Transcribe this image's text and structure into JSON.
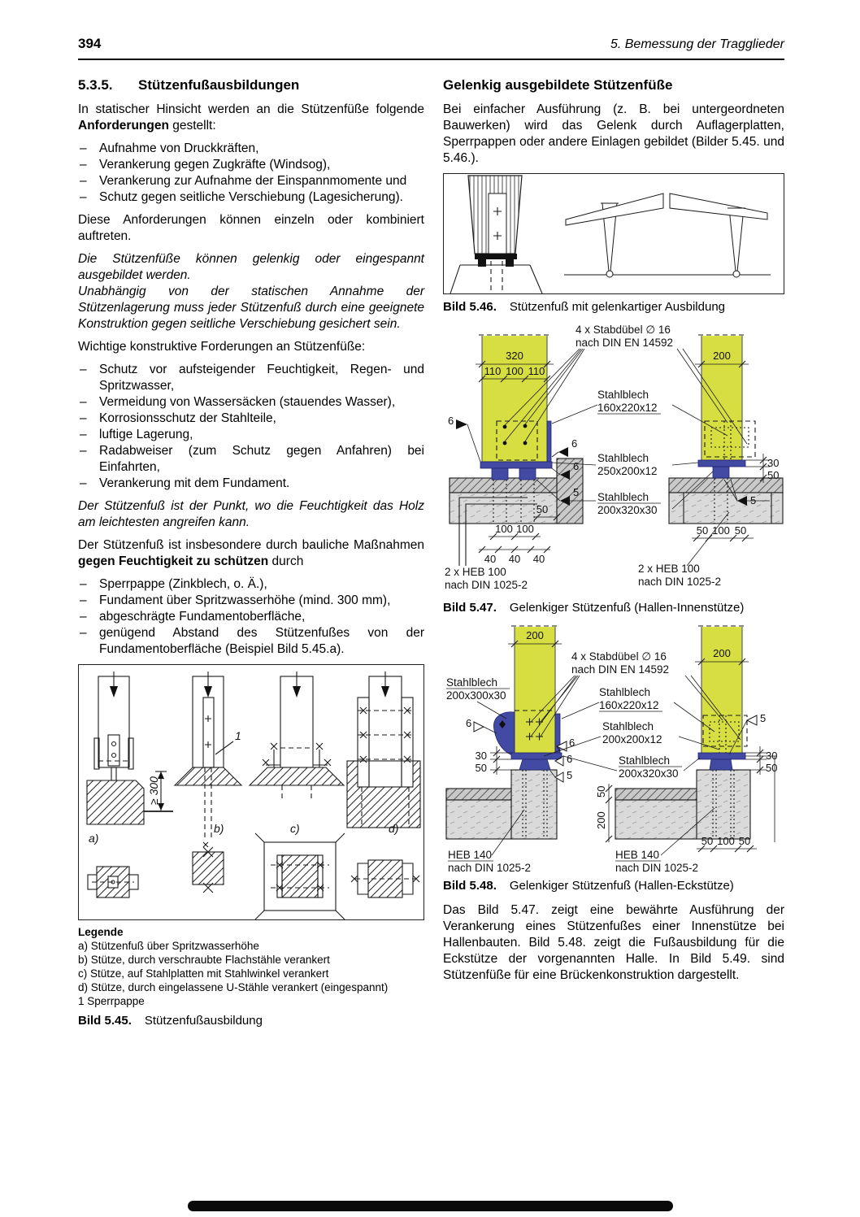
{
  "page": {
    "number": "394",
    "running_title": "5. Bemessung der Tragglieder"
  },
  "colors": {
    "wood_yellow": "#d7de42",
    "steel_blue": "#424aa4",
    "hatch_gray": "#c9c9c9",
    "concrete_light": "#dadada"
  },
  "left": {
    "section_number": "5.3.5.",
    "section_title": "Stützenfußausbildungen",
    "p1a": "In statischer Hinsicht werden an die Stützenfüße folgende ",
    "p1b": "Anforderungen",
    "p1c": " gestellt:",
    "list1": [
      "Aufnahme von Druckkräften,",
      "Verankerung gegen Zugkräfte (Windsog),",
      "Verankerung zur Aufnahme der Einspannmomente und",
      "Schutz gegen seitliche Verschiebung (Lagesicherung)."
    ],
    "p2": "Diese Anforderungen können einzeln oder kombiniert auftreten.",
    "p3": "Die Stützenfüße können gelenkig oder eingespannt ausgebildet werden.",
    "p4": "Unabhängig von der statischen Annahme der Stützenlagerung muss jeder Stützenfuß durch eine geeignete Konstruktion gegen seitliche Verschiebung gesichert sein.",
    "p5": "Wichtige konstruktive Forderungen an Stützenfüße:",
    "list2": [
      "Schutz vor aufsteigender Feuchtigkeit, Regen- und Spritzwasser,",
      "Vermeidung von Wassersäcken (stauendes Wasser),",
      "Korrosionsschutz der Stahlteile,",
      "luftige Lagerung,",
      "Radabweiser (zum Schutz gegen Anfahren) bei Einfahrten,",
      "Verankerung mit dem Fundament."
    ],
    "p6": "Der Stützenfuß ist der Punkt, wo die Feuchtigkeit das Holz am leichtesten angreifen kann.",
    "p7a": "Der Stützenfuß ist insbesondere durch bauliche Maßnahmen ",
    "p7b": "gegen Feuchtigkeit zu schützen",
    "p7c": " durch",
    "list3": [
      "Sperrpappe (Zinkblech, o. Ä.),",
      "Fundament über Spritzwasserhöhe (mind. 300 mm),",
      "abgeschrägte Fundamentoberfläche,",
      "genügend Abstand des Stützenfußes von der Fundamentoberfläche (Beispiel Bild 5.45.a)."
    ],
    "legend_title": "Legende",
    "legend": [
      "a) Stützenfuß über Spritzwasserhöhe",
      "b) Stütze, durch verschraubte Flachstähle verankert",
      "c) Stütze, auf Stahlplatten mit Stahlwinkel verankert",
      "d) Stütze, durch eingelassene U-Stähle verankert (eingespannt)",
      "1 Sperrpappe"
    ],
    "cap45_label": "Bild 5.45.",
    "cap45_text": "Stützenfußausbildung"
  },
  "right": {
    "heading": "Gelenkig ausgebildete Stützenfüße",
    "p1": "Bei einfacher Ausführung (z. B. bei untergeordneten Bauwerken) wird das Gelenk durch Auflagerplatten, Sperrpappen oder andere Einlagen gebildet (Bilder 5.45. und 5.46.).",
    "cap46_label": "Bild 5.46.",
    "cap46_text": "Stützenfuß mit gelenkartiger Ausbildung",
    "cap47_label": "Bild 5.47.",
    "cap47_text": "Gelenkiger Stützenfuß (Hallen-Innenstütze)",
    "cap48_label": "Bild 5.48.",
    "cap48_text": "Gelenkiger Stützenfuß (Hallen-Eckstütze)",
    "p2": "Das Bild 5.47. zeigt eine bewährte Ausführung der Verankerung eines Stützenfußes einer Innenstütze bei Hallenbauten. Bild 5.48. zeigt die Fußausbildung für die Eckstütze der vorgenannten Halle. In Bild 5.49. sind Stützenfüße für eine Brückenkonstruktion dargestellt."
  },
  "f45": {
    "dim": "≥ 300",
    "a": "a)",
    "b": "b)",
    "c": "c)",
    "d": "d)",
    "one": "1"
  },
  "f47": {
    "stab1": "4 x Stabdübel ∅ 16",
    "stab2": "nach DIN EN 14592",
    "s1": "Stahlblech",
    "s1d": "160x220x12",
    "s2": "Stahlblech",
    "s2d": "250x200x12",
    "s3": "Stahlblech",
    "s3d": "200x320x30",
    "hebl1": "2 x HEB 100",
    "hebl2": "nach DIN 1025-2",
    "hebr1": "2 x HEB 100",
    "hebr2": "nach DIN 1025-2",
    "d320": "320",
    "d110": "110",
    "d100": "100",
    "d110b": "110",
    "d200": "200",
    "d50": "50",
    "c100a": "100",
    "c100b": "100",
    "c40a": "40",
    "c40b": "40",
    "c40c": "40",
    "d30": "30",
    "d50b": "50",
    "r50a": "50",
    "r100": "100",
    "r50b": "50",
    "w6": "6",
    "w5": "5"
  },
  "f48": {
    "sL": "Stahlblech",
    "sLd": "200x300x30",
    "stab1": "4 x Stabdübel ∅ 16",
    "stab2": "nach DIN EN 14592",
    "s1": "Stahlblech",
    "s1d": "160x220x12",
    "s2": "Stahlblech",
    "s2d": "200x200x12",
    "s3": "Stahlblech",
    "s3d": "200x320x30",
    "heb1": "HEB 140",
    "heb2": "nach DIN 1025-2",
    "hebr1": "HEB 140",
    "hebr2": "nach DIN 1025-2",
    "d200": "200",
    "d200b": "200",
    "d30": "30",
    "d50": "50",
    "v50": "50",
    "v200": "200",
    "c50a": "50",
    "c100": "100",
    "c50b": "50",
    "w6": "6",
    "w5": "5"
  }
}
